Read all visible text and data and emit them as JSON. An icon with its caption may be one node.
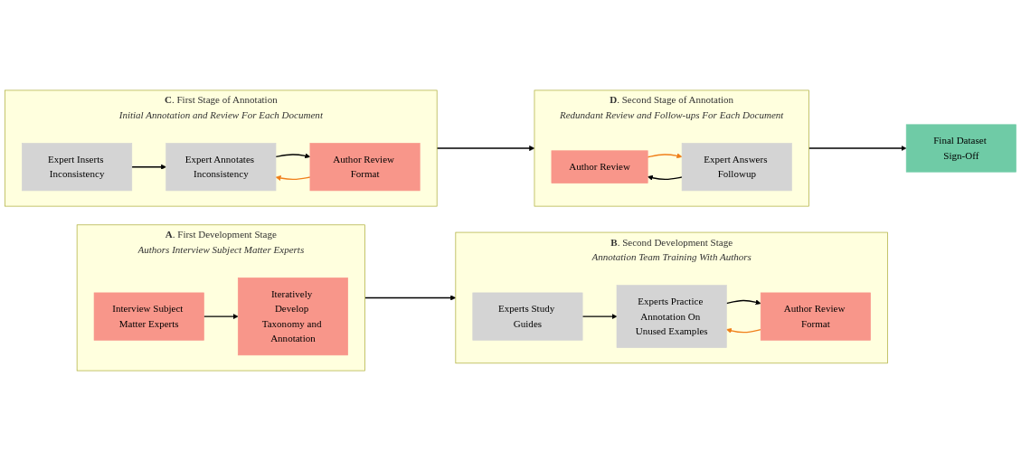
{
  "diagram": {
    "nodes": [
      {
        "text": [
          "**A**. First Development Stage",
          "Authors Interview Subject Matter Experts"
        ]
      },
      {
        "text": [
          "Interview Subject Matter Experts"
        ],
        "in": 0
      },
      {
        "text": [
          "Iteratively Develop Taxonomy and Annotation"
        ],
        "in": 0
      },
      {
        "text": [
          "**B**. Second Development Stage",
          "Annotation Team Training With Authors"
        ]
      },
      {
        "text": [
          "Experts Study Guides"
        ],
        "in": 3
      },
      {
        "text": [
          "Experts Practice Annotation On Unused Examples"
        ],
        "in": 3
      },
      {
        "text": [
          "Author Review Format"
        ],
        "in": 3
      },
      {
        "text": [
          "**C**. First Stage of Annotation",
          "Initial Annotation and Review For Each Document"
        ]
      },
      {
        "text": [
          "Expert Inserts Inconsistency"
        ],
        "in": 7
      },
      {
        "text": [
          "Expert Annotates Inconsistency"
        ],
        "in": 7
      },
      {
        "text": [
          "Author Review Format"
        ],
        "in": 7
      },
      {
        "text": [
          "**D**. Second Stage of Annotation",
          "Redundant Review and Follow-ups For Each Document"
        ]
      },
      {
        "text": [
          "Author Review"
        ],
        "in": 11
      },
      {
        "text": [
          "Expert Answers Followup"
        ],
        "in": 11
      },
      {
        "text": [
          "Final Dataset Sign-Off"
        ]
      }
    ],
    "edges": [
      {
        "from": 1,
        "to": 2,
        "arrow": "to"
      },
      {
        "from": 0,
        "to": 3,
        "arrow": "to"
      },
      {
        "from": 4,
        "to": 5,
        "arrow": "to"
      },
      {
        "from": 5,
        "to": 6,
        "arrow": "to"
      },
      {
        "from": 6,
        "to": 5,
        "arrow": "to",
        "color": "#f07f1a"
      },
      {
        "from": 8,
        "to": 9,
        "arrow": "to"
      },
      {
        "from": 9,
        "to": 10,
        "arrow": "to"
      },
      {
        "from": 10,
        "to": 9,
        "arrow": "to",
        "color": "#f07f1a"
      },
      {
        "from": 7,
        "to": 11,
        "arrow": "to"
      },
      {
        "from": 13,
        "to": 12,
        "arrow": "to"
      },
      {
        "from": 12,
        "to": 13,
        "arrow": "to",
        "color": "#f07f1a"
      },
      {
        "from": 11,
        "to": 14,
        "arrow": "to"
      }
    ]
  }
}
